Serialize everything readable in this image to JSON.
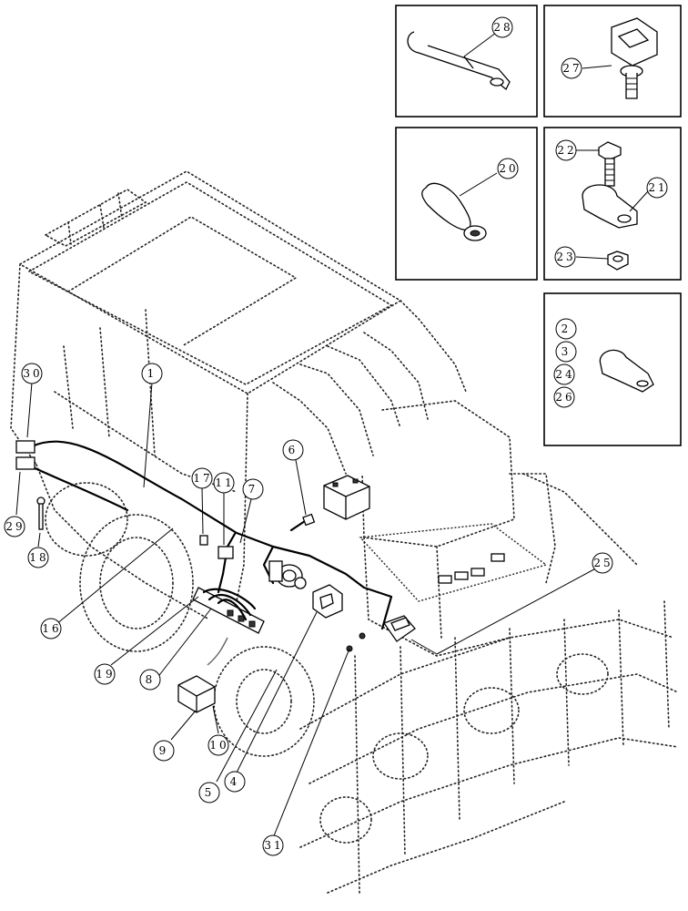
{
  "callouts": {
    "c1": "1",
    "c2": "2",
    "c3": "3",
    "c4": "4",
    "c5": "5",
    "c6": "6",
    "c7": "7",
    "c8": "8",
    "c9": "9",
    "c10": "10",
    "c11": "11",
    "c16": "16",
    "c17": "17",
    "c18": "18",
    "c19": "19",
    "c20": "20",
    "c21": "21",
    "c22": "22",
    "c23": "23",
    "c24": "24",
    "c25": "25",
    "c26": "26",
    "c27": "27",
    "c28": "28",
    "c29": "29",
    "c30": "30",
    "c31": "31"
  },
  "colors": {
    "line": "#000000",
    "background": "#ffffff"
  }
}
